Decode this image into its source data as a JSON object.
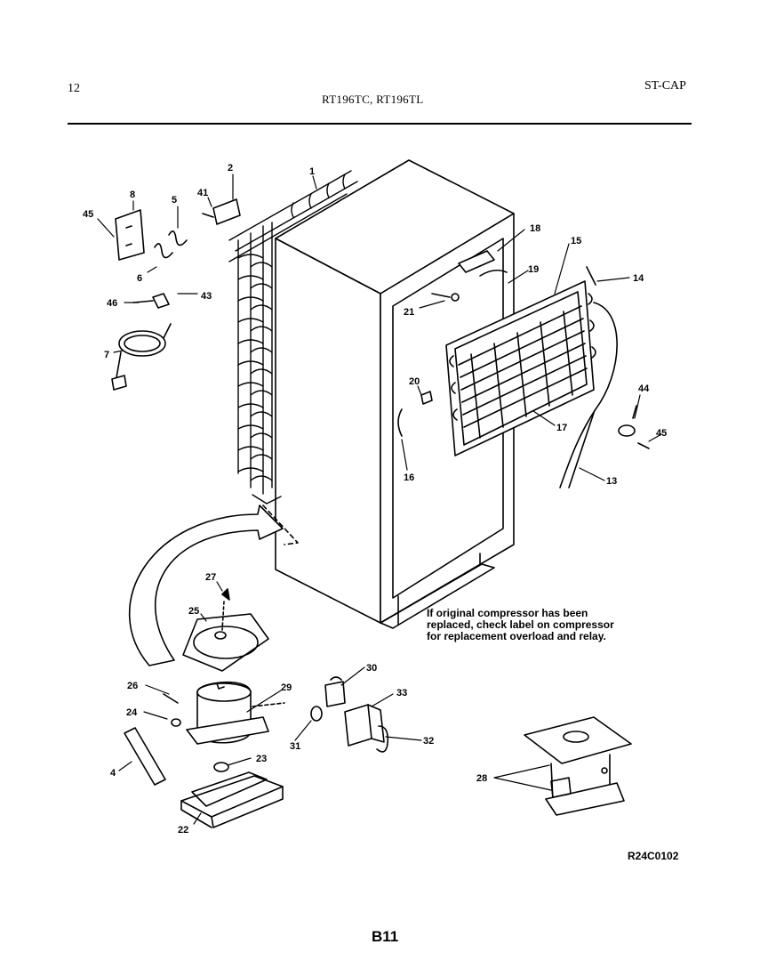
{
  "header": {
    "page_number": "12",
    "model_numbers": "RT196TC, RT196TL",
    "section_code": "ST-CAP"
  },
  "note": "If original compressor has been replaced, check label on compressor for replacement overload and relay.",
  "drawing_code": "R24C0102",
  "page_code": "B11",
  "callouts": {
    "c1": "1",
    "c2": "2",
    "c41": "41",
    "c8": "8",
    "c5": "5",
    "c45a": "45",
    "c6": "6",
    "c46": "46",
    "c43": "43",
    "c7": "7",
    "c18": "18",
    "c15": "15",
    "c19": "19",
    "c14": "14",
    "c21": "21",
    "c20": "20",
    "c16": "16",
    "c17": "17",
    "c44": "44",
    "c45b": "45",
    "c13": "13",
    "c27": "27",
    "c25": "25",
    "c26": "26",
    "c29": "29",
    "c24": "24",
    "c4": "4",
    "c23": "23",
    "c22": "22",
    "c30": "30",
    "c33": "33",
    "c31": "31",
    "c32": "32",
    "c28": "28"
  }
}
